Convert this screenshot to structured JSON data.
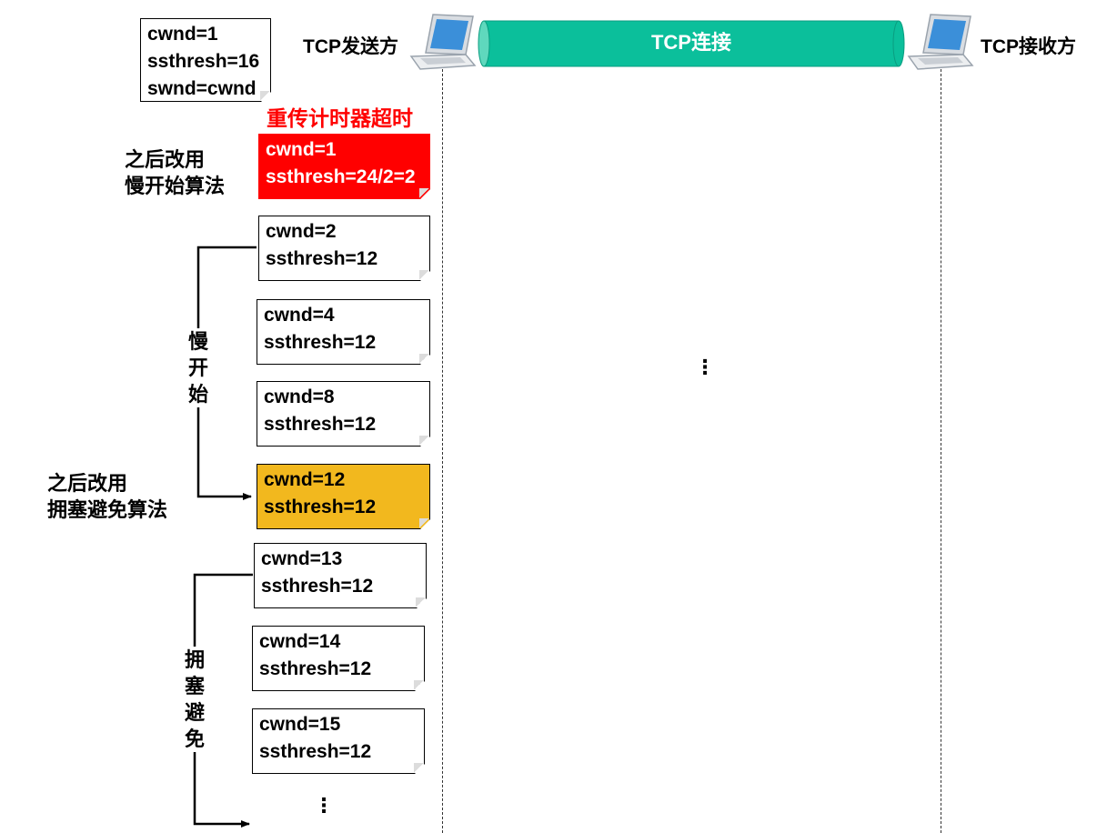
{
  "header": {
    "sender_label": "TCP发送方",
    "receiver_label": "TCP接收方",
    "connection_label": "TCP连接",
    "connection_color": "#0bbf9b",
    "icons": [
      "laptop-icon",
      "laptop-icon"
    ]
  },
  "initial_note": {
    "lines": [
      "cwnd=1",
      "ssthresh=16",
      "swnd=cwnd"
    ]
  },
  "timeout_event": {
    "title": "重传计时器超时",
    "title_color": "#ff0000",
    "note_lines": [
      "cwnd=1",
      "ssthresh=24/2=2"
    ],
    "note_color": "#ff0000"
  },
  "switch_to_slow_start": {
    "lines": [
      "之后改用",
      "慢开始算法"
    ]
  },
  "slow_start_bracket": {
    "chars": [
      "慢",
      "开",
      "始"
    ]
  },
  "slow_start_notes": [
    {
      "lines": [
        "cwnd=2",
        "ssthresh=12"
      ]
    },
    {
      "lines": [
        "cwnd=4",
        "ssthresh=12"
      ]
    },
    {
      "lines": [
        "cwnd=8",
        "ssthresh=12"
      ]
    }
  ],
  "switch_to_congestion_avoidance": {
    "lines": [
      "之后改用",
      "拥塞避免算法"
    ]
  },
  "threshold_note": {
    "lines": [
      "cwnd=12",
      "ssthresh=12"
    ],
    "color": "#f2b81e"
  },
  "congestion_avoidance_bracket": {
    "chars": [
      "拥",
      "塞",
      "避",
      "免"
    ]
  },
  "congestion_avoidance_notes": [
    {
      "lines": [
        "cwnd=13",
        "ssthresh=12"
      ]
    },
    {
      "lines": [
        "cwnd=14",
        "ssthresh=12"
      ]
    },
    {
      "lines": [
        "cwnd=15",
        "ssthresh=12"
      ]
    }
  ],
  "continuation": {
    "middle_ellipsis": "⋮",
    "bottom_ellipsis": "⋮"
  }
}
